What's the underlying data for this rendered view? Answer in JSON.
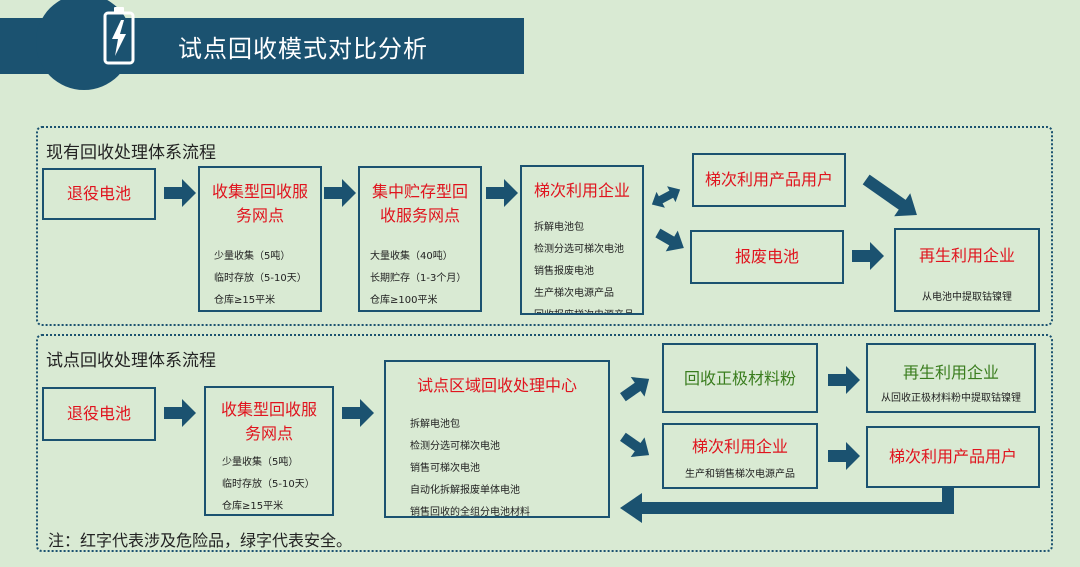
{
  "header": {
    "title": "试点回收模式对比分析"
  },
  "existing": {
    "title": "现有回收处理体系流程",
    "retired": "退役电池",
    "collect": {
      "title": "收集型回收服务网点",
      "items": [
        "少量收集（5吨）",
        "临时存放（5-10天）",
        "仓库≥15平米"
      ]
    },
    "central": {
      "title": "集中贮存型回收服务网点",
      "items": [
        "大量收集（40吨）",
        "长期贮存（1-3个月）",
        "仓库≥100平米"
      ]
    },
    "cascade": {
      "title": "梯次利用企业",
      "items": [
        "拆解电池包",
        "检测分选可梯次电池",
        "销售报废电池",
        "生产梯次电源产品",
        "回收报废梯次电源产品"
      ]
    },
    "users": "梯次利用产品用户",
    "scrap": "报废电池",
    "recycle": {
      "title": "再生利用企业",
      "sub": "从电池中提取钴镍锂"
    }
  },
  "pilot": {
    "title": "试点回收处理体系流程",
    "retired": "退役电池",
    "collect": {
      "title": "收集型回收服务网点",
      "items": [
        "少量收集（5吨）",
        "临时存放（5-10天）",
        "仓库≥15平米"
      ]
    },
    "center": {
      "title": "试点区域回收处理中心",
      "items": [
        "拆解电池包",
        "检测分选可梯次电池",
        "销售可梯次电池",
        "自动化拆解报废单体电池",
        "销售回收的全组分电池材料"
      ]
    },
    "powder": "回收正极材料粉",
    "recycle": {
      "title": "再生利用企业",
      "sub": "从回收正极材料粉中提取钴镍锂"
    },
    "cascade": {
      "title": "梯次利用企业",
      "sub": "生产和销售梯次电源产品"
    },
    "users": "梯次利用产品用户"
  },
  "note": "注：红字代表涉及危险品，绿字代表安全。",
  "colors": {
    "navy": "#1b5270",
    "red": "#e0141e",
    "green": "#3a7d1e",
    "background": "#d9ead3"
  }
}
